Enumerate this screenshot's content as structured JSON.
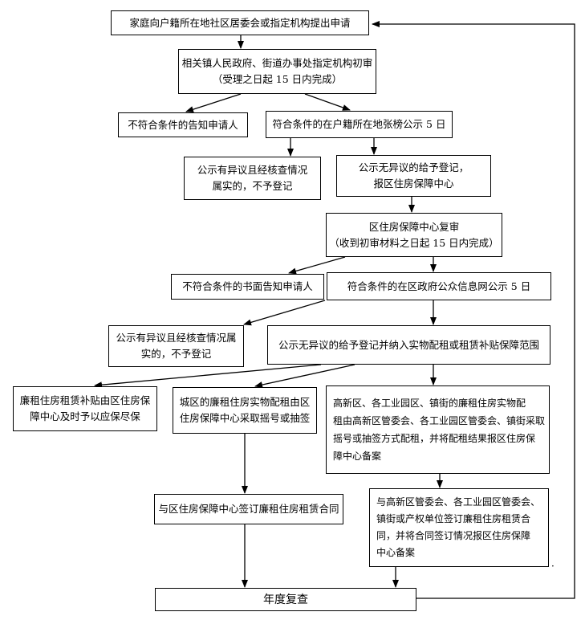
{
  "nodes": {
    "apply": [
      "家庭向户籍所在地社区居委会或指定机构提出申请"
    ],
    "prelim": [
      "相关镇人民政府、街道办事处指定机构初审",
      "（受理之日起 15 日内完成）"
    ],
    "notify_fail1": [
      "不符合条件的告知申请人"
    ],
    "publicize1": [
      "符合条件的在户籍所在地张榜公示 5 日"
    ],
    "objection1": [
      "公示有异议且经核查情况",
      "属实的，不予登记"
    ],
    "register1": [
      "公示无异议的给予登记，",
      "报区住房保障中心"
    ],
    "review": [
      "区住房保障中心复审",
      "（收到初审材料之日起 15 日内完成）"
    ],
    "notify_fail2": [
      "不符合条件的书面告知申请人"
    ],
    "publicize2": [
      "符合条件的在区政府公众信息网公示 5 日"
    ],
    "objection2": [
      "公示有异议且经核查情况属",
      "实的，不予登记"
    ],
    "register2": [
      "公示无异议的给予登记并纳入实物配租或租赁补贴保障范围"
    ],
    "subsidy": [
      "廉租住房租赁补贴由区住房保",
      "障中心及时予以应保尽保"
    ],
    "urban_allot": [
      "城区的廉租住房实物配租由区",
      "住房保障中心采取摇号或抽签"
    ],
    "zone_allot": [
      "高新区、各工业园区、镇街的廉租住房实物配",
      "租由高新区管委会、各工业园区管委会、镇街采取",
      "摇号或抽签方式配租，并将配租结果报区住房保",
      "障中心备案"
    ],
    "urban_contract": [
      "与区住房保障中心签订廉租住房租赁合同"
    ],
    "zone_contract": [
      "与高新区管委会、各工业园区管委会、",
      "镇街或产权单位签订廉租住房租赁合",
      "同，并将合同签订情况报区住房保障",
      "中心备案"
    ],
    "annual": [
      "年度复查"
    ]
  },
  "stray_mark": "·"
}
